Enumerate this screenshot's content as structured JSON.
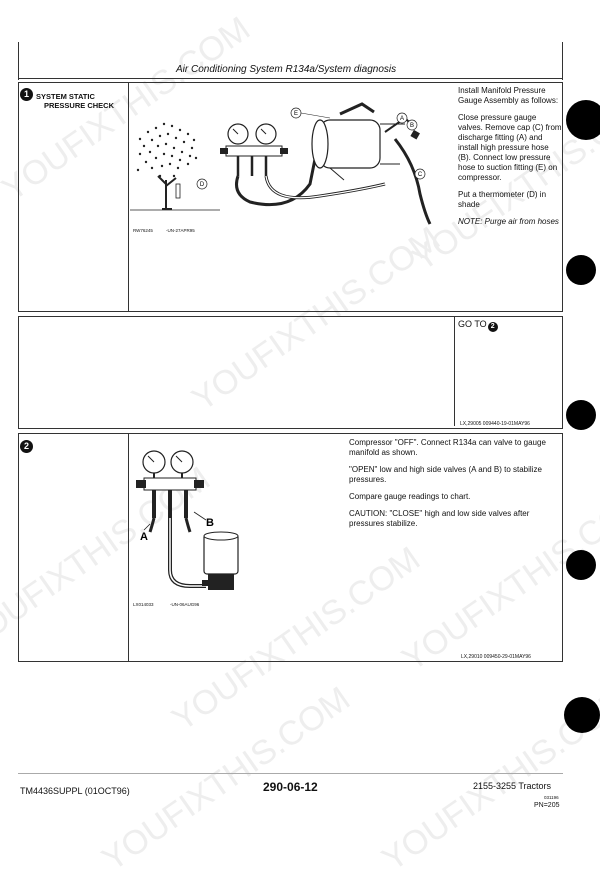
{
  "page_title": "Air Conditioning System R134a/System diagnosis",
  "step1": {
    "number": "1",
    "label": "SYSTEM STATIC PRESSURE CHECK",
    "instructions": [
      "Install Manifold Pressure Gauge Assembly as follows:",
      "Close pressure gauge valves. Remove cap (C) from discharge fitting (A) and install high pressure hose (B). Connect low pressure hose to suction fitting (E) on compressor.",
      "Put a thermometer (D) in shade"
    ],
    "note": "NOTE: Purge air from hoses",
    "figure_ref_1": "RW76245",
    "figure_ref_2": "-UN-27APR95",
    "callouts": [
      "E",
      "A",
      "B",
      "C",
      "D"
    ]
  },
  "goto": {
    "label": "GO TO",
    "target": "2",
    "ref": "LX,29005 009440-19-01MAY96"
  },
  "step2": {
    "number": "2",
    "instructions": [
      "Compressor \"OFF\". Connect R134a can valve to gauge manifold as shown.",
      "\"OPEN\" low and high side valves (A and B) to stabilize pressures.",
      "Compare gauge readings to chart.",
      "CAUTION: \"CLOSE\" high and low side valves after pressures stabilize."
    ],
    "figure_ref_1": "LX014033",
    "figure_ref_2": "-UN-06AUG96",
    "callouts": [
      "A",
      "B"
    ],
    "ref": "LX,29010 009450-29-01MAY96"
  },
  "footer": {
    "manual": "TM4436SUPPL (01OCT96)",
    "page": "290-06-12",
    "model": "2155-3255 Tractors",
    "date_code": "031196",
    "pn": "PN=205"
  },
  "watermark": "YOUFIXTHIS.COM"
}
